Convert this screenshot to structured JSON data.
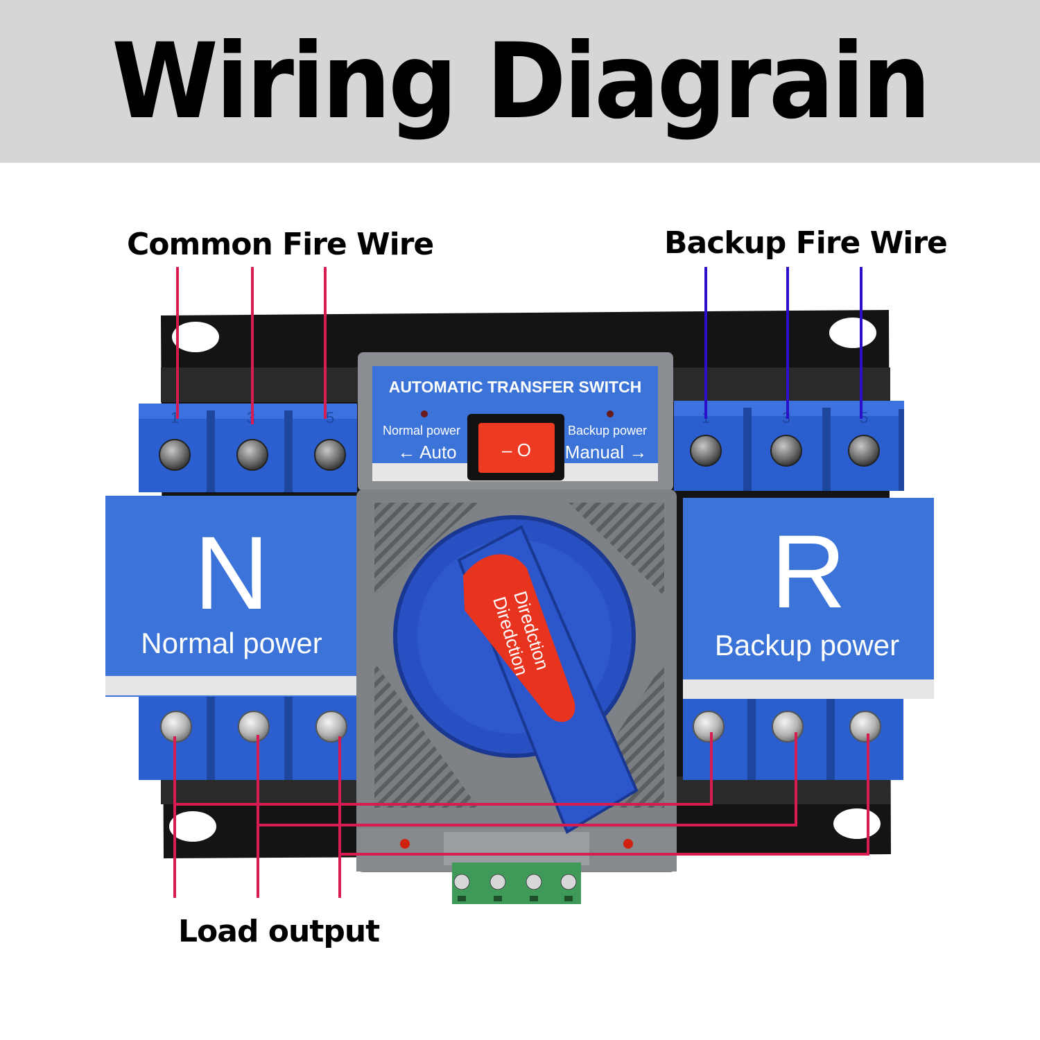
{
  "title": "Wiring  Diagrain",
  "labels": {
    "common_fire_wire": "Common Fire Wire",
    "backup_fire_wire": "Backup Fire Wire",
    "load_output": "Load output"
  },
  "device": {
    "panel_title": "AUTOMATIC TRANSFER SWITCH",
    "normal_power_small": "Normal power",
    "backup_power_small": "Backup power",
    "auto_label": "← Auto",
    "manual_label": "Manual →",
    "rocker_text": "– O",
    "left_letter": "N",
    "left_caption": "Normal power",
    "right_letter": "R",
    "right_caption": "Backup power",
    "handle_text": "Diredction",
    "top_terminal_numbers": [
      "1",
      "3",
      "5"
    ]
  },
  "colors": {
    "banner_bg": "#d6d6d6",
    "body_blue": "#2b5fd0",
    "label_blue": "#3b73d8",
    "housing_gray": "#7e8286",
    "common_wire": "#d81b50",
    "backup_wire": "#2a10c8",
    "load_wire": "#d81b50",
    "handle_red": "#e8341e"
  }
}
